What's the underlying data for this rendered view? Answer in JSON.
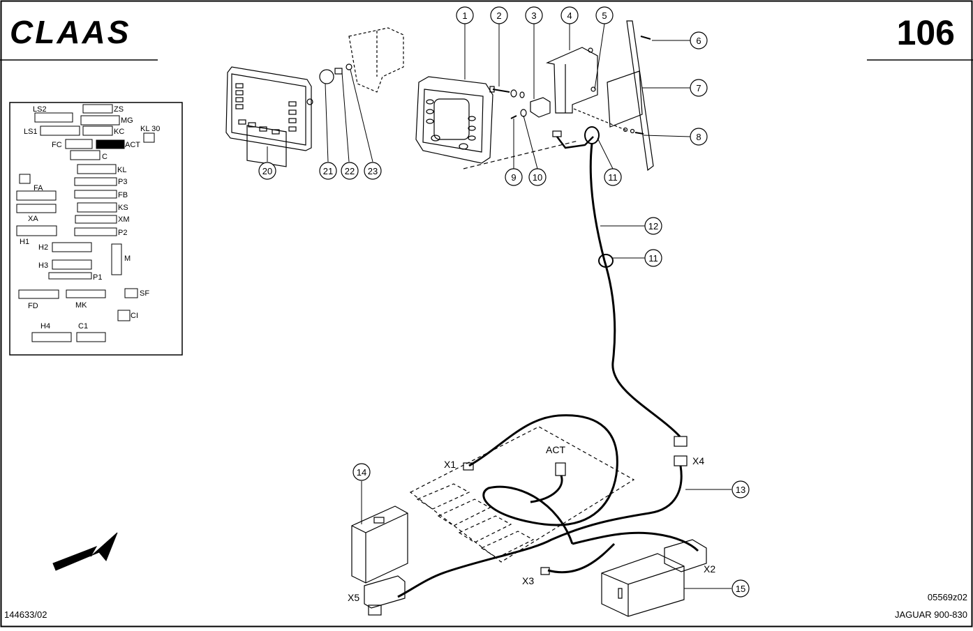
{
  "header": {
    "brand": "CLAAS",
    "page_number": "106"
  },
  "footer": {
    "part_number": "144633/02",
    "drawing_id": "05569z02",
    "model": "JAGUAR 900-830"
  },
  "connector_panel": {
    "labels": [
      "LS2",
      "ZS",
      "MG",
      "LS1",
      "KC",
      "KL 30",
      "FC",
      "ACT",
      "C",
      "KL",
      "FA",
      "P3",
      "FB",
      "XA",
      "KS",
      "XM",
      "P2",
      "H1",
      "H2",
      "M",
      "H3",
      "P1",
      "SF",
      "FD",
      "MK",
      "CI",
      "H4",
      "C1"
    ]
  },
  "callouts": [
    "1",
    "2",
    "3",
    "4",
    "5",
    "6",
    "7",
    "8",
    "9",
    "10",
    "11",
    "12",
    "11",
    "13",
    "14",
    "15",
    "20",
    "21",
    "22",
    "23"
  ],
  "connectors": [
    "X1",
    "ACT",
    "X4",
    "X2",
    "X3",
    "X5"
  ],
  "colors": {
    "ink": "#000000",
    "paper": "#ffffff",
    "highlight_act": "#000000"
  }
}
